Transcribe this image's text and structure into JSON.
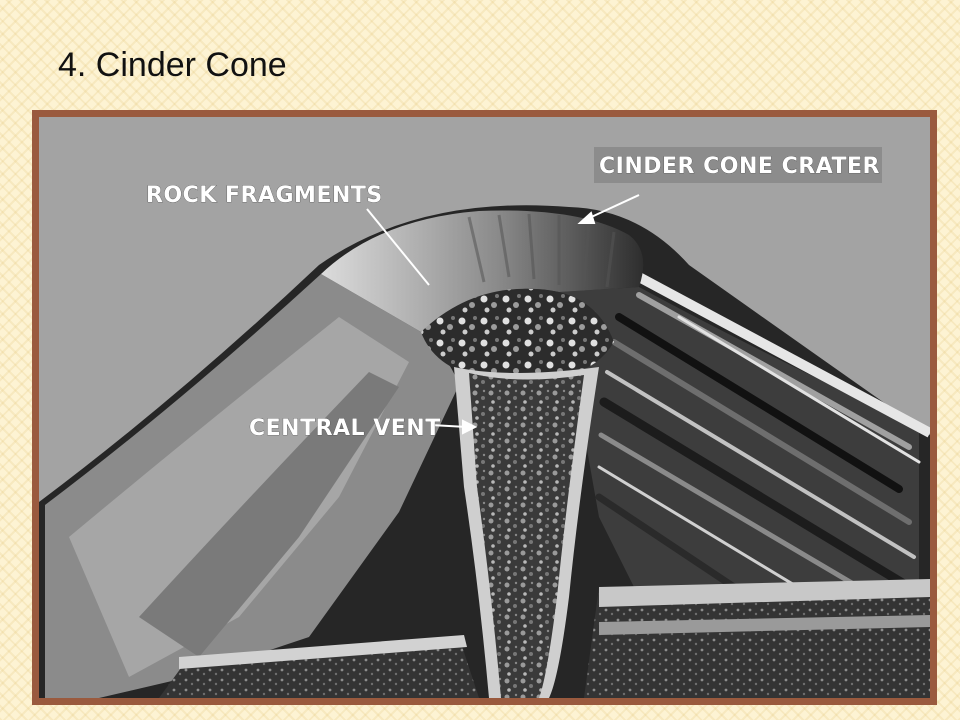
{
  "slide": {
    "title": "4. Cinder Cone"
  },
  "diagram": {
    "labels": {
      "cinder_cone_crater": "CINDER CONE CRATER",
      "rock_fragments": "ROCK FRAGMENTS",
      "central_vent": "CENTRAL VENT"
    }
  },
  "colors": {
    "frame_border": "#9a5a3e",
    "slide_background": "#fdf3d3",
    "diagram_sky": "#a3a3a3"
  }
}
